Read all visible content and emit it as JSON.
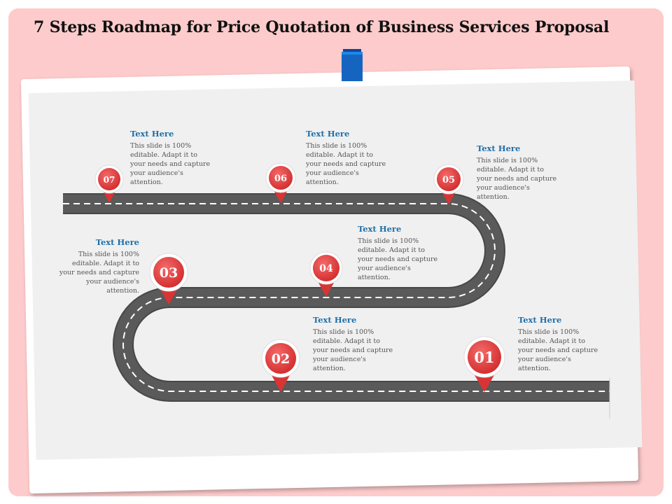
{
  "title": "7 Steps Roadmap for Price Quotation of Business Services Proposal",
  "colors": {
    "background": "#fdcbcb",
    "title": "#111111",
    "heading": "#1f6fa8",
    "pin": "#e53d3d",
    "road": "#474747",
    "clip": "#1565c0"
  },
  "steps": [
    {
      "number": "01",
      "heading": "Text Here",
      "body": "This slide is 100% editable. Adapt it to your needs and capture your audience's attention."
    },
    {
      "number": "02",
      "heading": "Text Here",
      "body": "This slide is 100% editable. Adapt it to your needs and capture your audience's attention."
    },
    {
      "number": "03",
      "heading": "Text Here",
      "body": "This slide is 100% editable. Adapt it to your needs and capture your audience's attention."
    },
    {
      "number": "04",
      "heading": "Text Here",
      "body": "This slide is 100% editable. Adapt it to your needs and capture your audience's attention."
    },
    {
      "number": "05",
      "heading": "Text Here",
      "body": "This slide is 100% editable. Adapt it to your needs and capture your audience's attention."
    },
    {
      "number": "06",
      "heading": "Text Here",
      "body": "This slide is 100% editable. Adapt it to your needs and capture your audience's attention."
    },
    {
      "number": "07",
      "heading": "Text Here",
      "body": "This slide is 100% editable. Adapt it to your needs and capture your audience's attention."
    }
  ]
}
